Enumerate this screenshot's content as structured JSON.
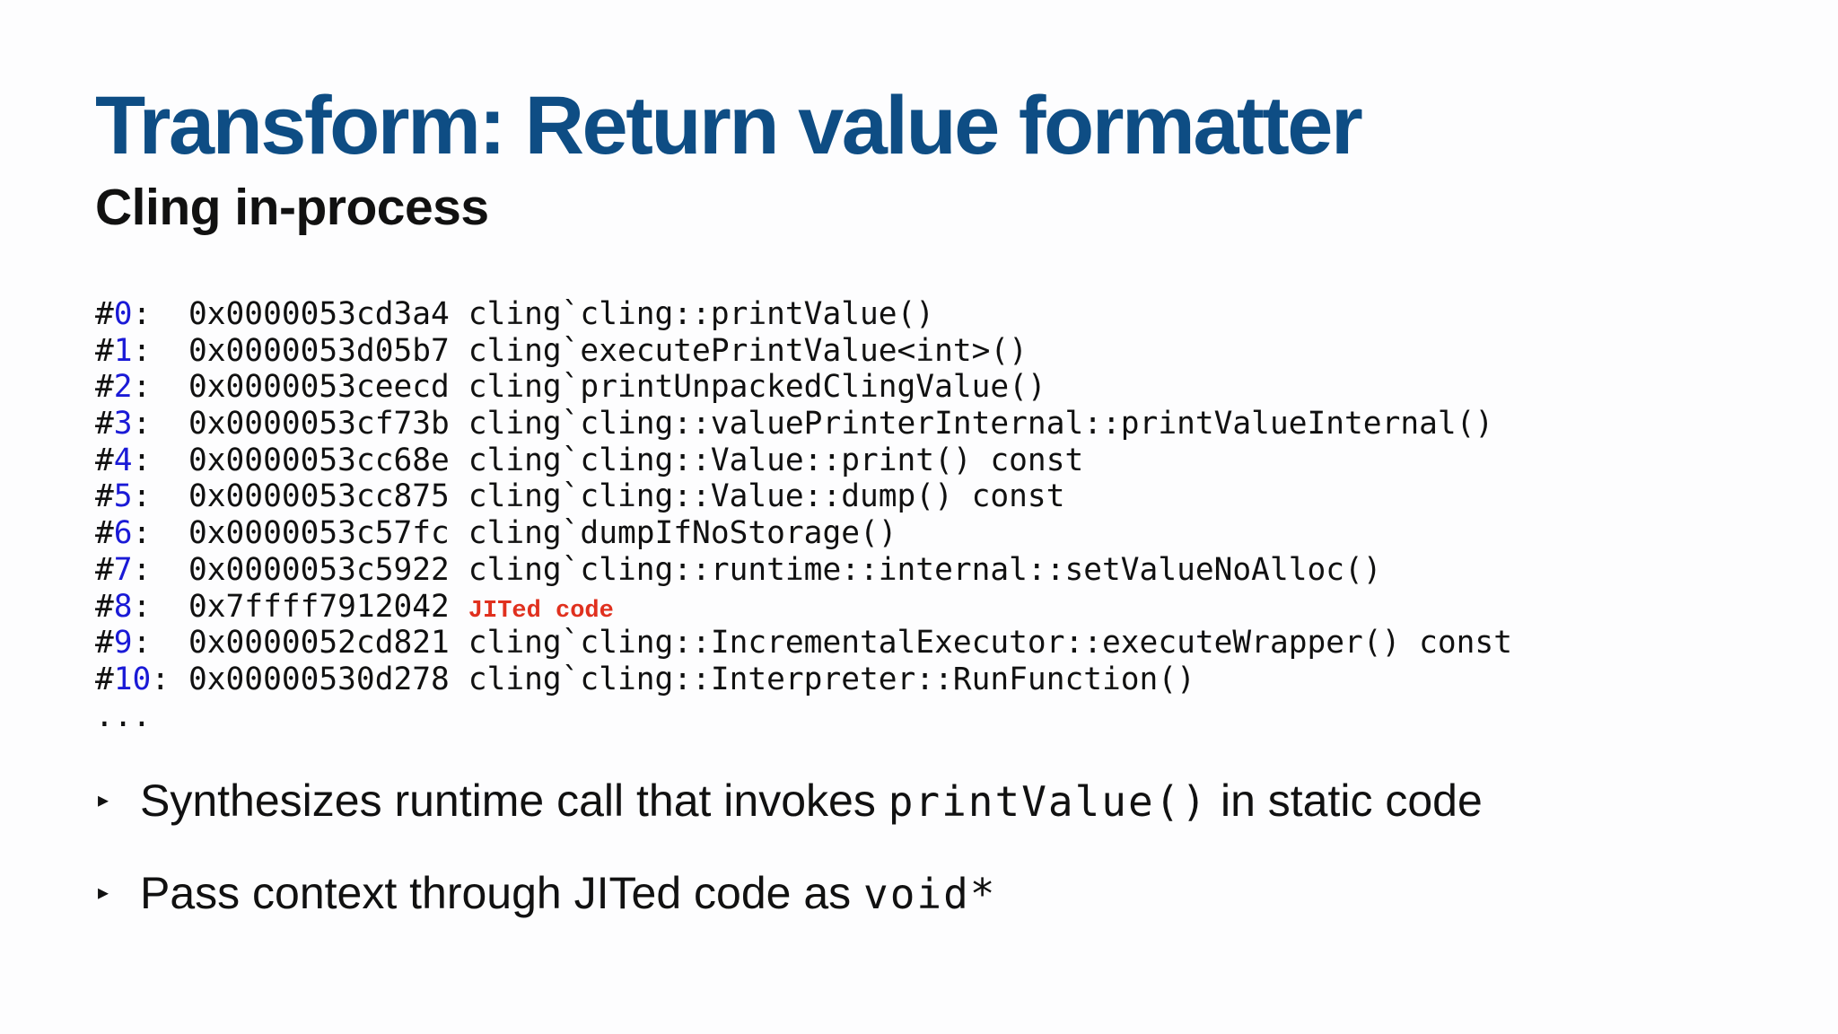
{
  "slide": {
    "title": "Transform: Return value formatter",
    "subtitle": "Cling in-process"
  },
  "backtrace": {
    "frames": [
      {
        "hash": "#",
        "num": "0",
        "colon": ":",
        "address": "0x0000053cd3a4",
        "symbol": "cling`cling::printValue()"
      },
      {
        "hash": "#",
        "num": "1",
        "colon": ":",
        "address": "0x0000053d05b7",
        "symbol": "cling`executePrintValue<int>()"
      },
      {
        "hash": "#",
        "num": "2",
        "colon": ":",
        "address": "0x0000053ceecd",
        "symbol": "cling`printUnpackedClingValue()"
      },
      {
        "hash": "#",
        "num": "3",
        "colon": ":",
        "address": "0x0000053cf73b",
        "symbol": "cling`cling::valuePrinterInternal::printValueInternal()"
      },
      {
        "hash": "#",
        "num": "4",
        "colon": ":",
        "address": "0x0000053cc68e",
        "symbol": "cling`cling::Value::print() const"
      },
      {
        "hash": "#",
        "num": "5",
        "colon": ":",
        "address": "0x0000053cc875",
        "symbol": "cling`cling::Value::dump() const"
      },
      {
        "hash": "#",
        "num": "6",
        "colon": ":",
        "address": "0x0000053c57fc",
        "symbol": "cling`dumpIfNoStorage()"
      },
      {
        "hash": "#",
        "num": "7",
        "colon": ":",
        "address": "0x0000053c5922",
        "symbol": "cling`cling::runtime::internal::setValueNoAlloc()"
      },
      {
        "hash": "#",
        "num": "8",
        "colon": ":",
        "address": "0x7ffff7912042",
        "symbol": "JITed code",
        "highlight": true
      },
      {
        "hash": "#",
        "num": "9",
        "colon": ":",
        "address": "0x0000052cd821",
        "symbol": "cling`cling::IncrementalExecutor::executeWrapper() const"
      },
      {
        "hash": "#",
        "num": "10",
        "colon": ":",
        "address": "0x00000530d278",
        "symbol": "cling`cling::Interpreter::RunFunction()"
      }
    ],
    "ellipsis": "...",
    "highlight_color": "#e0301e",
    "frame_number_color": "#1a1ad6"
  },
  "bullets": [
    {
      "marker": "▸",
      "before": "Synthesizes runtime call that invokes ",
      "code": "printValue()",
      "after": " in static code"
    },
    {
      "marker": "▸",
      "before": "Pass context through JITed code as ",
      "code": "void*",
      "after": ""
    }
  ],
  "colors": {
    "title": "#0e4d84",
    "text": "#111111",
    "background": "#fdfdfe"
  }
}
